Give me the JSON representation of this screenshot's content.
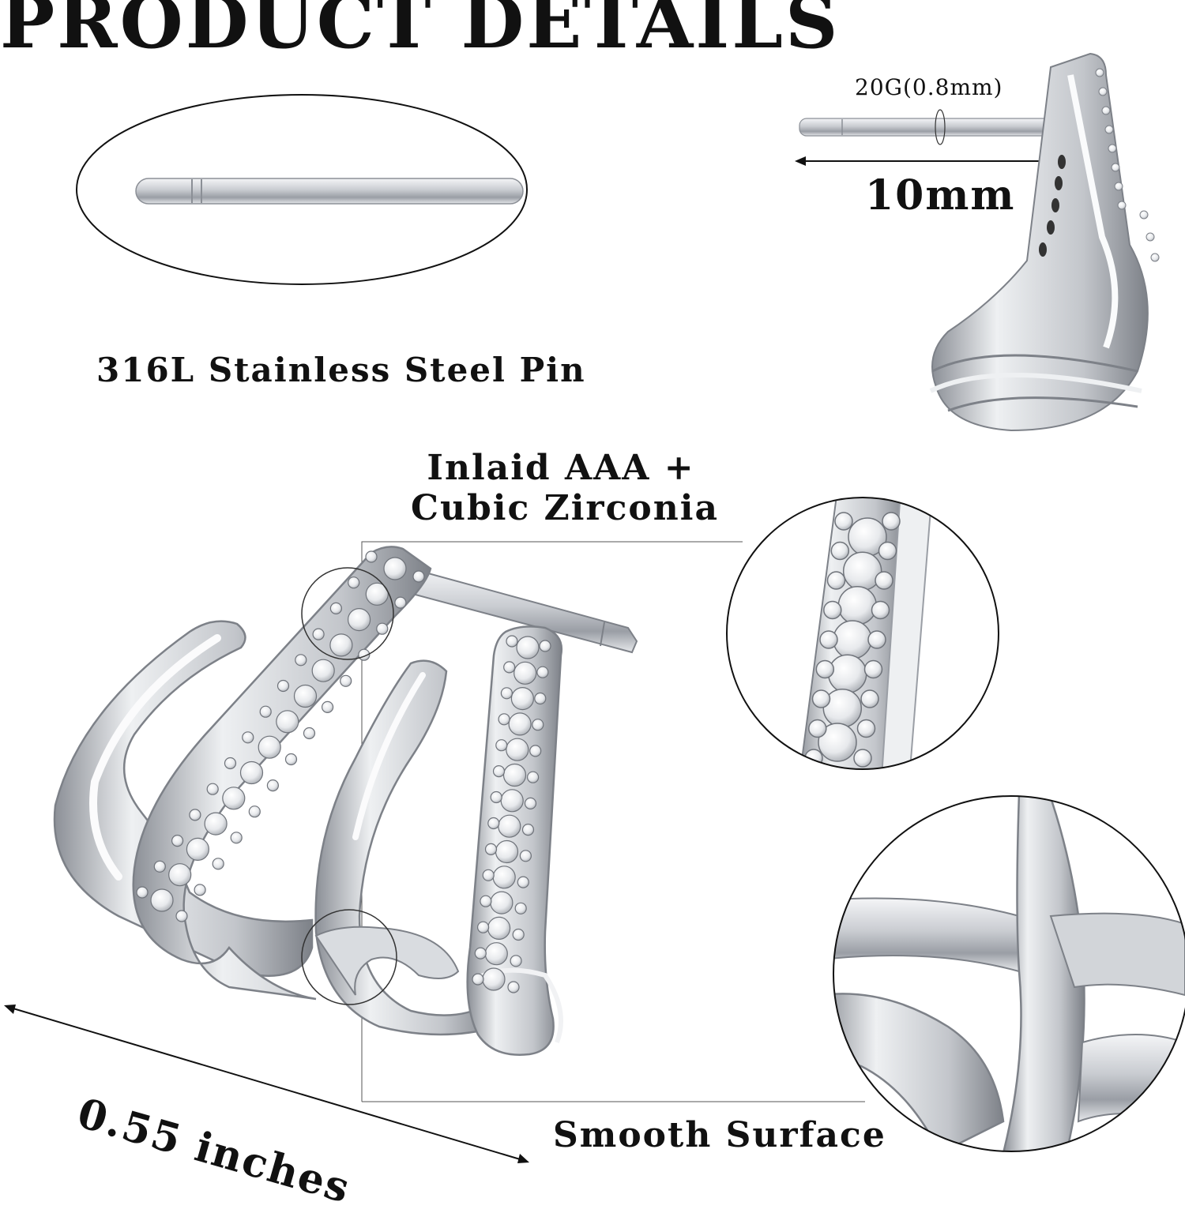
{
  "header": {
    "title": "PRODUCT DETAILS"
  },
  "pin_detail": {
    "label": "316L Stainless Steel Pin"
  },
  "side_view": {
    "gauge_label": "20G(0.8mm)",
    "length_label": "10mm"
  },
  "front_view": {
    "stone_label_line1": "Inlaid AAA +",
    "stone_label_line2": "Cubic Zirconia",
    "width_label": "0.55 inches",
    "surface_label": "Smooth Surface"
  },
  "colors": {
    "text": "#111111",
    "metal": "#c9ccd1",
    "metal_highlight": "#f4f5f7",
    "metal_shadow": "#7d8188"
  }
}
